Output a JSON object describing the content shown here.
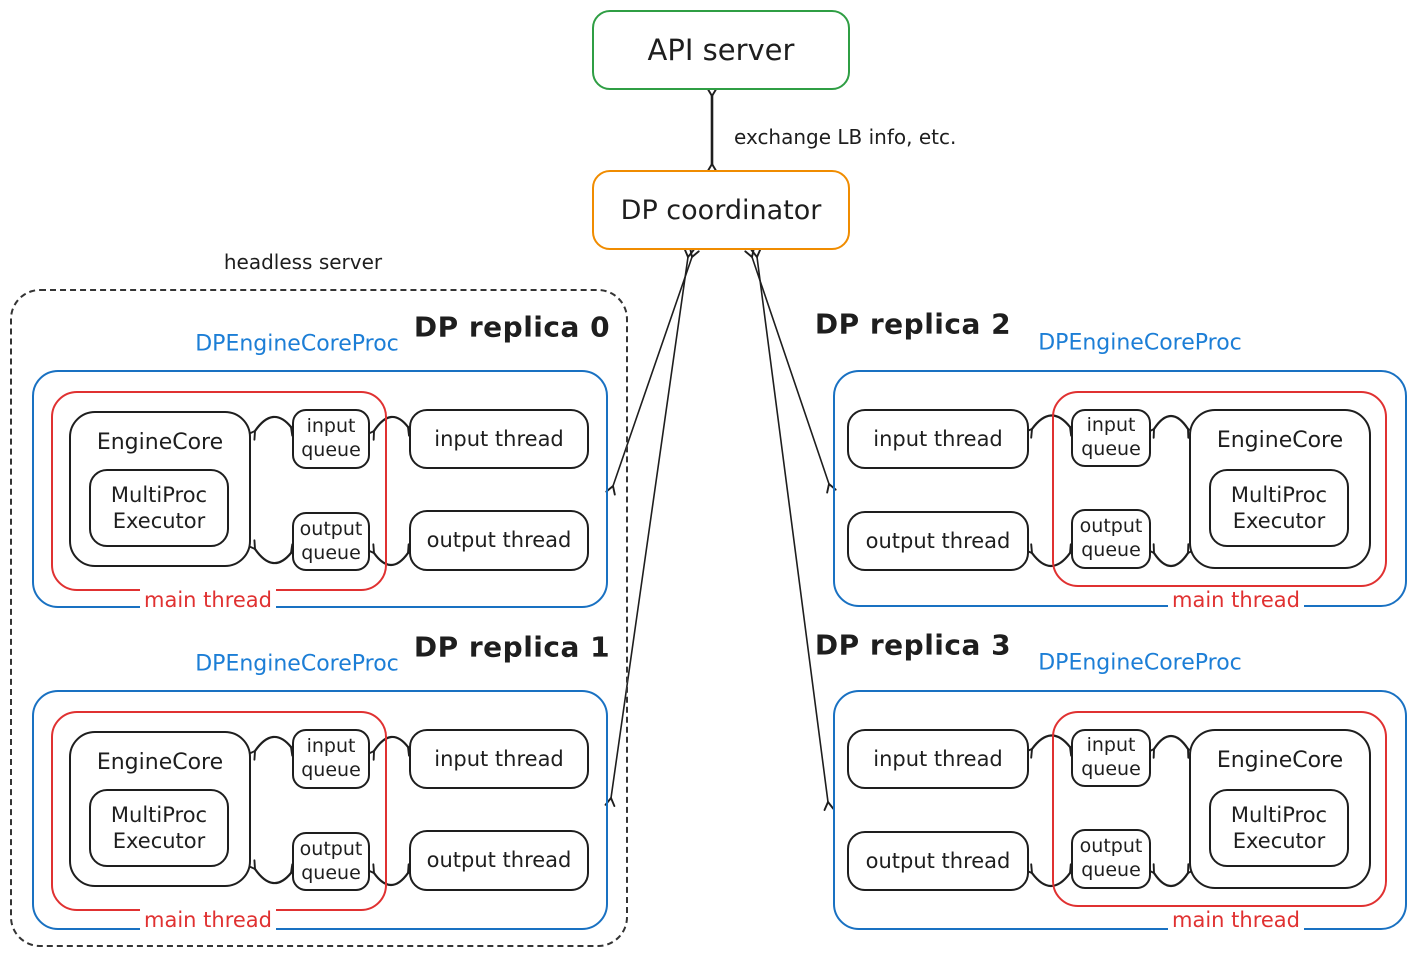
{
  "api_server": {
    "label": "API server"
  },
  "coordinator": {
    "label": "DP coordinator"
  },
  "labels": {
    "exchange": "exchange LB info, etc.",
    "headless_server": "headless server",
    "proc": "DPEngineCoreProc",
    "main_thread": "main thread",
    "engine_core": "EngineCore",
    "multiproc_executor": "MultiProc Executor",
    "input_queue": "input queue",
    "output_queue": "output queue",
    "input_thread": "input thread",
    "output_thread": "output thread"
  },
  "replicas": [
    {
      "title": "DP replica 0"
    },
    {
      "title": "DP replica 1"
    },
    {
      "title": "DP replica 2"
    },
    {
      "title": "DP replica 3"
    }
  ],
  "colors": {
    "api_border": "#2f9e44",
    "coordinator_border": "#f08c00",
    "replica_border": "#1971c2",
    "proc_label_text": "#1c7ed6",
    "main_thread": "#e03131",
    "ink": "#1e1e1e",
    "background": "#ffffff"
  }
}
